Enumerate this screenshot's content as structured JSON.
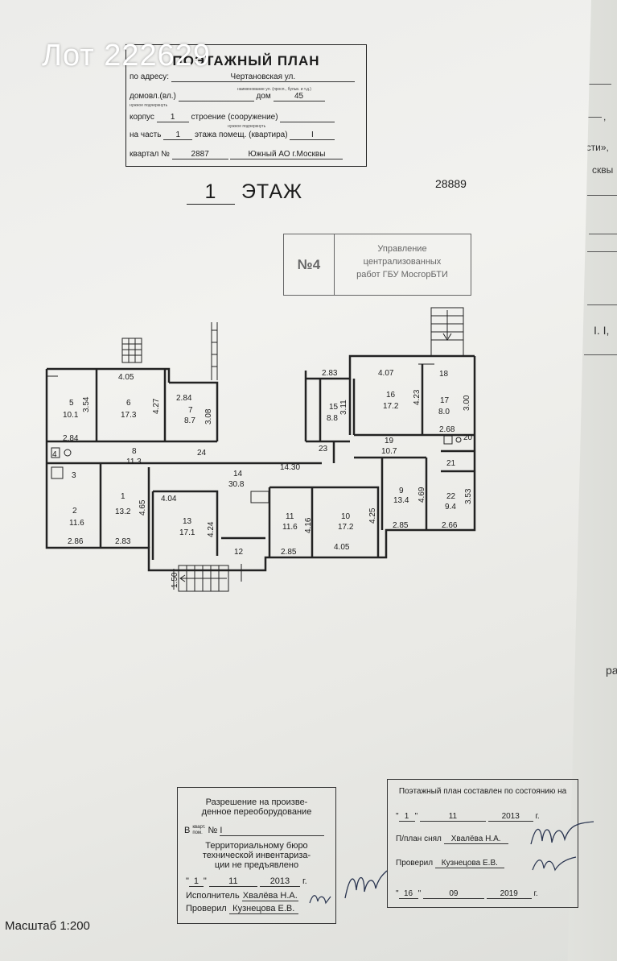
{
  "watermark": "Лот 222629",
  "header": {
    "title": "ПОЭТАЖНЫЙ ПЛАН",
    "address_label": "по адресу:",
    "street": "Чертановская ул.",
    "street_hint": "наименование ул. (просп., бульв. и т.д.)",
    "house_label": "домовл.(вл.)",
    "house_num_label": "дом",
    "house": "45",
    "house_hint": "нужное подчеркнуть",
    "korpus_label": "корпус",
    "korpus": "1",
    "building_label": "строение (сооружение)",
    "building_hint": "нужное подчеркнуть",
    "part_label": "на часть",
    "part": "1",
    "floor_part_label": "этажа помещ. (квартира)",
    "floor_part": "I",
    "quarter_label": "квартал №",
    "quarter": "2887",
    "district": "Южный АО г.Москвы"
  },
  "floor_num": "1",
  "floor_label": "ЭТАЖ",
  "code": "28889",
  "stamp": {
    "number": "№4",
    "lines": [
      "Управление",
      "централизованных",
      "работ ГБУ МосгорБТИ"
    ]
  },
  "rooms": [
    {
      "num": "1",
      "area": "13.2",
      "num_pos": "rm1n",
      "area_pos": "rm1a"
    }
  ],
  "plan_labels": {
    "r1n": "1",
    "r1a": "13.2",
    "r2n": "2",
    "r2a": "11.6",
    "r3n": "3",
    "r4n": "4",
    "r5n": "5",
    "r5a": "10.1",
    "r6n": "6",
    "r6a": "17.3",
    "r7n": "7",
    "r7a": "8.7",
    "r8n": "8",
    "r8a": "11.3",
    "r9n": "9",
    "r9a": "13.4",
    "r10n": "10",
    "r10a": "17.2",
    "r11n": "11",
    "r11a": "11.6",
    "r12n": "12",
    "r13n": "13",
    "r13a": "17.1",
    "r14n": "14",
    "r14a": "30.8",
    "r15n": "15",
    "r15a": "8.8",
    "r16n": "16",
    "r16a": "17.2",
    "r17n": "17",
    "r17a": "8.0",
    "r18n": "18",
    "r19n": "19",
    "r19a": "10.7",
    "r20n": "20",
    "r21n": "21",
    "r22n": "22",
    "r22a": "9.4",
    "r23n": "23",
    "r24n": "24",
    "d405a": "4.05",
    "d354": "3.54",
    "d427": "4.27",
    "d284a": "2.84",
    "d308": "3.08",
    "d284b": "2.84",
    "d286": "2.86",
    "d283a": "2.83",
    "d465": "4.65",
    "d404": "4.04",
    "d424": "4.24",
    "d1430": "14.30",
    "d416": "4.16",
    "d285a": "2.85",
    "d405b": "4.05",
    "d425": "4.25",
    "d469": "4.69",
    "d285b": "2.85",
    "d353": "3.53",
    "d266": "2.66",
    "d283b": "2.83",
    "d311": "3.11",
    "d407": "4.07",
    "d423": "4.23",
    "d300": "3.00",
    "d268": "2.68",
    "d150": "1.50"
  },
  "permission": {
    "title": "Разрешение на произве-денное переоборудование",
    "title_l1": "Разрешение на произве-",
    "title_l2": "денное переоборудование",
    "in_label": "В",
    "kvart": "кварт.",
    "pom": "пом.",
    "no_label": "№",
    "no": "I",
    "body_l1": "Территориальному бюро",
    "body_l2": "технической инвентариза-",
    "body_l3": "ции не предъявлено",
    "day": "1",
    "month": "11",
    "year": "2013",
    "year_suffix": "г.",
    "executor_label": "Исполнитель",
    "executor": "Хвалёва Н.А.",
    "checker_label": "Проверил",
    "checker": "Кузнецова Е.В."
  },
  "state": {
    "title": "Поэтажный план составлен по состоянию на",
    "day": "1",
    "month": "11",
    "year": "2013",
    "year_suffix": "г.",
    "taken_label": "П/план снял",
    "taken": "Хвалёва Н.А.",
    "checked_label": "Проверил",
    "checked": "Кузнецова Е.В.",
    "day2": "16",
    "month2": "09",
    "year2": "2019",
    "year2_suffix": "г."
  },
  "scale": "Масштаб 1:200",
  "back_sheet": {
    "f1": "ости»,",
    "f2": "сквы",
    "f3": "I.  I,",
    "f4": "ра",
    "f5": ","
  }
}
